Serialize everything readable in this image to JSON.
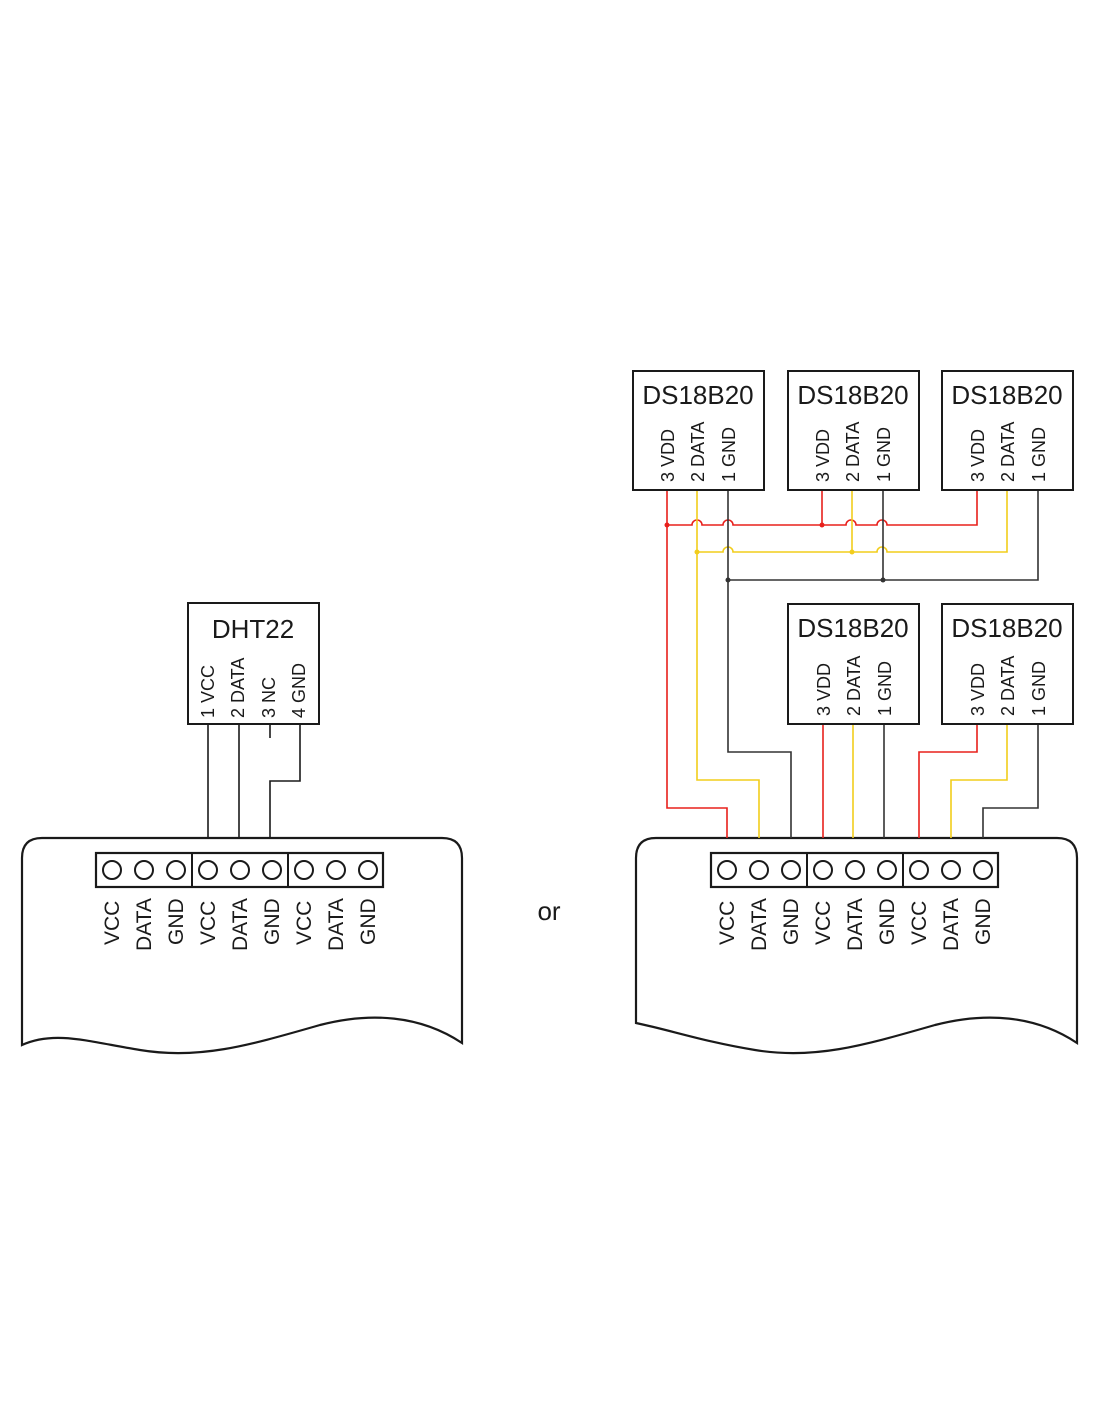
{
  "colors": {
    "vcc": "#e8201c",
    "data": "#f2cd1c",
    "gnd": "#333333",
    "outline": "#1a1a1a"
  },
  "separator": "or",
  "board_labels": [
    "VCC",
    "DATA",
    "GND",
    "VCC",
    "DATA",
    "GND",
    "VCC",
    "DATA",
    "GND"
  ],
  "dht22": {
    "title": "DHT22",
    "pins": [
      "1 VCC",
      "2 DATA",
      "3 NC",
      "4 GND"
    ]
  },
  "ds18b20": {
    "title": "DS18B20",
    "pins": [
      "3 VDD",
      "2 DATA",
      "1 GND"
    ]
  }
}
